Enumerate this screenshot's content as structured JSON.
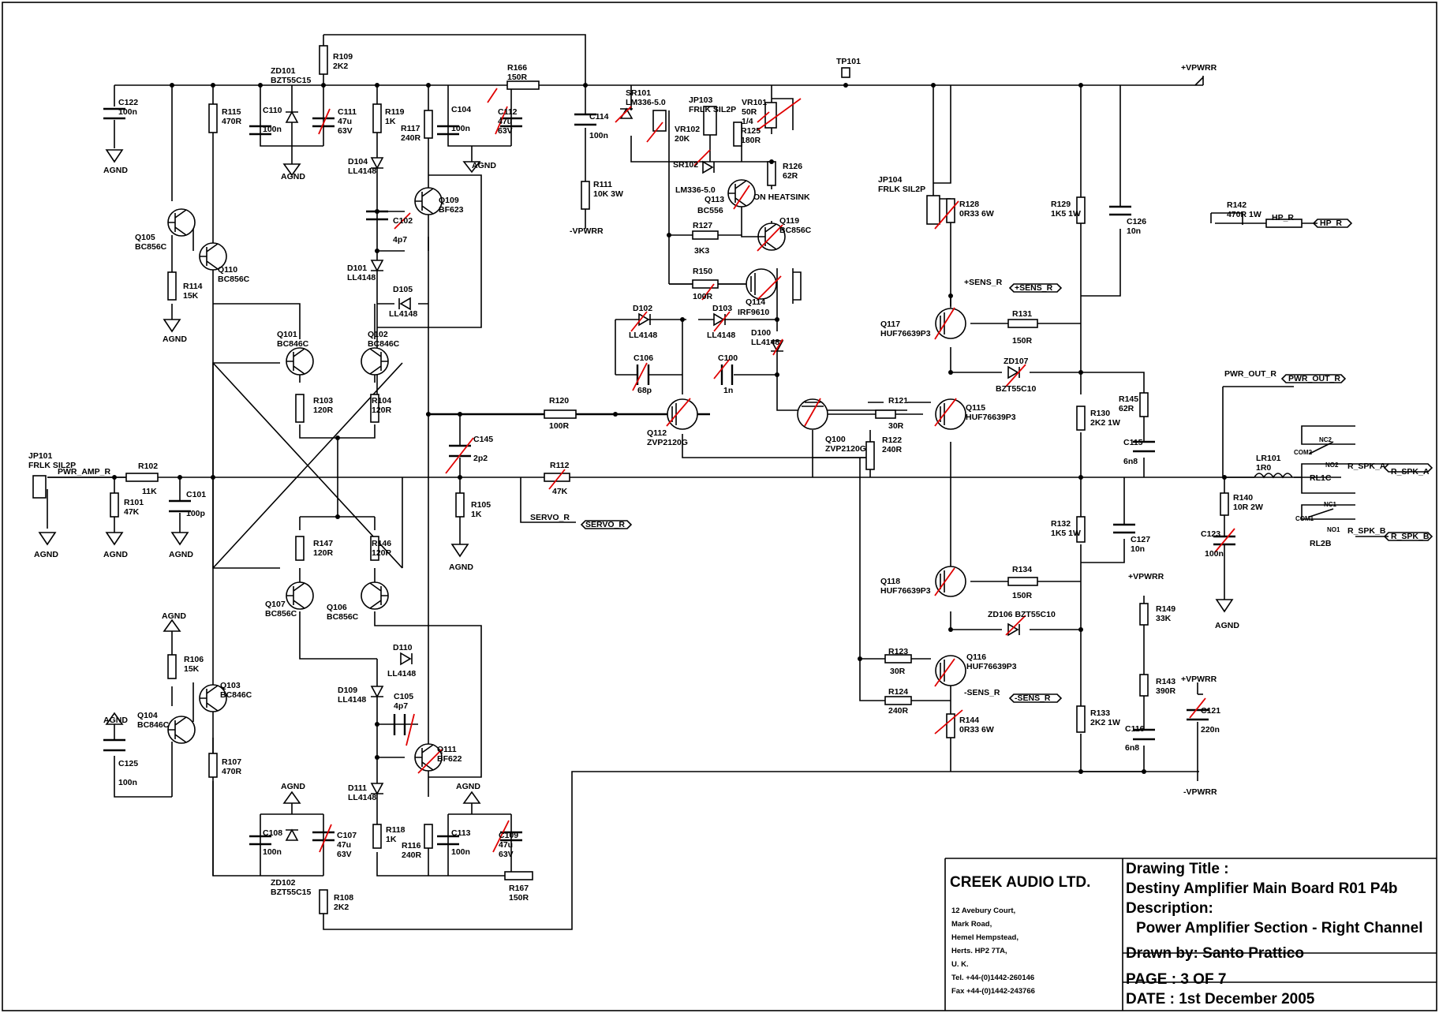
{
  "title_block": {
    "company": "CREEK AUDIO LTD.",
    "address": [
      "12 Avebury Court,",
      "Mark Road,",
      "Hemel Hempstead,",
      "Herts. HP2 7TA,",
      "U. K.",
      "Tel. +44-(0)1442-260146",
      "Fax +44-(0)1442-243766"
    ],
    "drawing_title_label": "Drawing Title :",
    "drawing_title": "Destiny Amplifier Main Board R01 P4b",
    "description_label": "Description:",
    "description": "Power Amplifier Section - Right Channel",
    "drawn_by_label": "Drawn by:",
    "drawn_by": "Santo Prattico",
    "page_label": "PAGE :",
    "page": "3 OF 7",
    "date_label": "DATE :",
    "date": "1st December 2005"
  },
  "nets": {
    "vpwrr_pos": "+VPWRR",
    "vpwrr_neg": "-VPWRR",
    "agnd": "AGND",
    "pwr_amp_r": "PWR_AMP_R",
    "servo_r": "SERVO_R",
    "sens_pos": "+SENS_R",
    "sens_neg": "-SENS_R",
    "pwr_out_r": "PWR_OUT_R",
    "hp_r": "HP_R",
    "r_spk_a": "R_SPK_A",
    "r_spk_b": "R_SPK_B",
    "tp101": "TP101",
    "on_heatsink": "ON HEATSINK"
  },
  "components": {
    "C122": [
      "C122",
      "100n"
    ],
    "R115": [
      "R115",
      "470R"
    ],
    "ZD101": [
      "ZD101",
      "BZT55C15"
    ],
    "R109": [
      "R109",
      "2K2"
    ],
    "C110": [
      "C110",
      "100n"
    ],
    "C111": [
      "C111",
      "47u",
      "63V"
    ],
    "R119": [
      "R119",
      "1K"
    ],
    "R117": [
      "R117",
      "240R"
    ],
    "C104": [
      "C104",
      "100n"
    ],
    "C112": [
      "C112",
      "47u",
      "63V"
    ],
    "R166": [
      "R166",
      "150R"
    ],
    "C114": [
      "C114",
      "100n"
    ],
    "R111": [
      "R111",
      "10K 3W"
    ],
    "SR101": [
      "SR101",
      "LM336-5.0"
    ],
    "VR102": [
      "VR102",
      "20K"
    ],
    "JP103": [
      "JP103",
      "FRLK SIL2P"
    ],
    "R125": [
      "R125",
      "180R"
    ],
    "VR101": [
      "VR101",
      "50R",
      "1/4"
    ],
    "SR102": [
      "SR102",
      "LM336-5.0"
    ],
    "Q113": [
      "Q113",
      "BC556"
    ],
    "R126": [
      "R126",
      "62R"
    ],
    "R127": [
      "R127",
      "3K3"
    ],
    "Q119": [
      "Q119",
      "BC856C"
    ],
    "R150": [
      "R150",
      "100R"
    ],
    "Q114": [
      "Q114",
      "IRF9610"
    ],
    "D104": [
      "D104",
      "LL4148"
    ],
    "Q109": [
      "Q109",
      "BF623"
    ],
    "C102": [
      "C102",
      "4p7"
    ],
    "D101": [
      "D101",
      "LL4148"
    ],
    "D105": [
      "D105",
      "LL4148"
    ],
    "Q105": [
      "Q105",
      "BC856C"
    ],
    "Q110": [
      "Q110",
      "BC856C"
    ],
    "R114": [
      "R114",
      "15K"
    ],
    "Q101": [
      "Q101",
      "BC846C"
    ],
    "Q102": [
      "Q102",
      "BC846C"
    ],
    "R103": [
      "R103",
      "120R"
    ],
    "R104": [
      "R104",
      "120R"
    ],
    "D102": [
      "D102",
      "LL4148"
    ],
    "D103": [
      "D103",
      "LL4148"
    ],
    "D100": [
      "D100",
      "LL4148"
    ],
    "C106": [
      "C106",
      "68p"
    ],
    "C100": [
      "C100",
      "1n"
    ],
    "R120": [
      "R120",
      "100R"
    ],
    "Q112": [
      "Q112",
      "ZVP2120G"
    ],
    "Q100": [
      "Q100",
      "ZVP2120G"
    ],
    "R121": [
      "R121",
      "30R"
    ],
    "R122": [
      "R122",
      "240R"
    ],
    "JP101": [
      "JP101",
      "FRLK SIL2P"
    ],
    "R102": [
      "R102",
      "11K"
    ],
    "R101": [
      "R101",
      "47K"
    ],
    "C101": [
      "C101",
      "100p"
    ],
    "C145": [
      "C145",
      "2p2"
    ],
    "R112": [
      "R112",
      "47K"
    ],
    "R105": [
      "R105",
      "1K"
    ],
    "R147": [
      "R147",
      "120R"
    ],
    "R146": [
      "R146",
      "120R"
    ],
    "Q107": [
      "Q107",
      "BC856C"
    ],
    "Q106": [
      "Q106",
      "BC856C"
    ],
    "R106": [
      "R106",
      "15K"
    ],
    "Q103": [
      "Q103",
      "BC846C"
    ],
    "Q104": [
      "Q104",
      "BC846C"
    ],
    "C125": [
      "C125",
      "100n"
    ],
    "R107": [
      "R107",
      "470R"
    ],
    "D110": [
      "D110",
      "LL4148"
    ],
    "D109": [
      "D109",
      "LL4148"
    ],
    "C105": [
      "C105",
      "4p7"
    ],
    "Q111": [
      "Q111",
      "BF622"
    ],
    "D111": [
      "D111",
      "LL4148"
    ],
    "R118": [
      "R118",
      "1K"
    ],
    "R116": [
      "R116",
      "240R"
    ],
    "C113": [
      "C113",
      "100n"
    ],
    "C109": [
      "C109",
      "47u",
      "63V"
    ],
    "C108": [
      "C108",
      "100n"
    ],
    "ZD102": [
      "ZD102",
      "BZT55C15"
    ],
    "C107": [
      "C107",
      "47u",
      "63V"
    ],
    "R108": [
      "R108",
      "2K2"
    ],
    "R167": [
      "R167",
      "150R"
    ],
    "JP104": [
      "JP104",
      "FRLK SIL2P"
    ],
    "R128": [
      "R128",
      "0R33 6W"
    ],
    "R129": [
      "R129",
      "1K5 1W"
    ],
    "C126": [
      "C126",
      "10n"
    ],
    "Q117": [
      "Q117",
      "HUF76639P3"
    ],
    "R131": [
      "R131",
      "150R"
    ],
    "ZD107": [
      "ZD107",
      "BZT55C10"
    ],
    "Q115": [
      "Q115",
      "HUF76639P3"
    ],
    "R130": [
      "R130",
      "2K2 1W"
    ],
    "R145": [
      "R145",
      "62R"
    ],
    "C115": [
      "C115",
      "6n8"
    ],
    "R132": [
      "R132",
      "1K5 1W"
    ],
    "C127": [
      "C127",
      "10n"
    ],
    "Q118": [
      "Q118",
      "HUF76639P3"
    ],
    "R134": [
      "R134",
      "150R"
    ],
    "ZD106": [
      "ZD106",
      "BZT55C10"
    ],
    "R123": [
      "R123",
      "30R"
    ],
    "Q116": [
      "Q116",
      "HUF76639P3"
    ],
    "R124": [
      "R124",
      "240R"
    ],
    "R144": [
      "R144",
      "0R33 6W"
    ],
    "R133": [
      "R133",
      "2K2 1W"
    ],
    "C116": [
      "C116",
      "6n8"
    ],
    "R149": [
      "R149",
      "33K"
    ],
    "R143": [
      "R143",
      "390R"
    ],
    "C121": [
      "C121",
      "220n"
    ],
    "R142": [
      "R142",
      "470R 1W"
    ],
    "LR101": [
      "LR101",
      "1R0"
    ],
    "R140": [
      "R140",
      "10R 2W"
    ],
    "C123": [
      "C123",
      "100n"
    ],
    "RL1C": [
      "RL1C"
    ],
    "RL2B": [
      "RL2B"
    ]
  },
  "relay_pins": {
    "com2": "COM2",
    "nc2": "NC2",
    "no2": "NO2",
    "com1": "COM1",
    "nc1": "NC1",
    "no1": "NO1"
  },
  "colors": {
    "ink": "#000000",
    "markup": "#e00000",
    "paper": "#ffffff"
  }
}
